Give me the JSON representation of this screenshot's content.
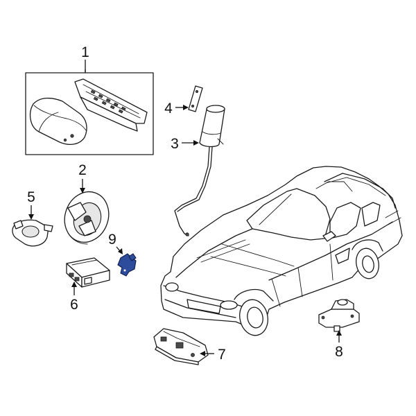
{
  "diagram": {
    "callouts": [
      {
        "label": "1"
      },
      {
        "label": "2"
      },
      {
        "label": "3"
      },
      {
        "label": "4"
      },
      {
        "label": "5"
      },
      {
        "label": "6"
      },
      {
        "label": "7"
      },
      {
        "label": "8"
      },
      {
        "label": "9"
      }
    ],
    "colors": {
      "highlight": "#2d4d9c",
      "line": "#1a1a1a",
      "background": "#ffffff"
    }
  }
}
